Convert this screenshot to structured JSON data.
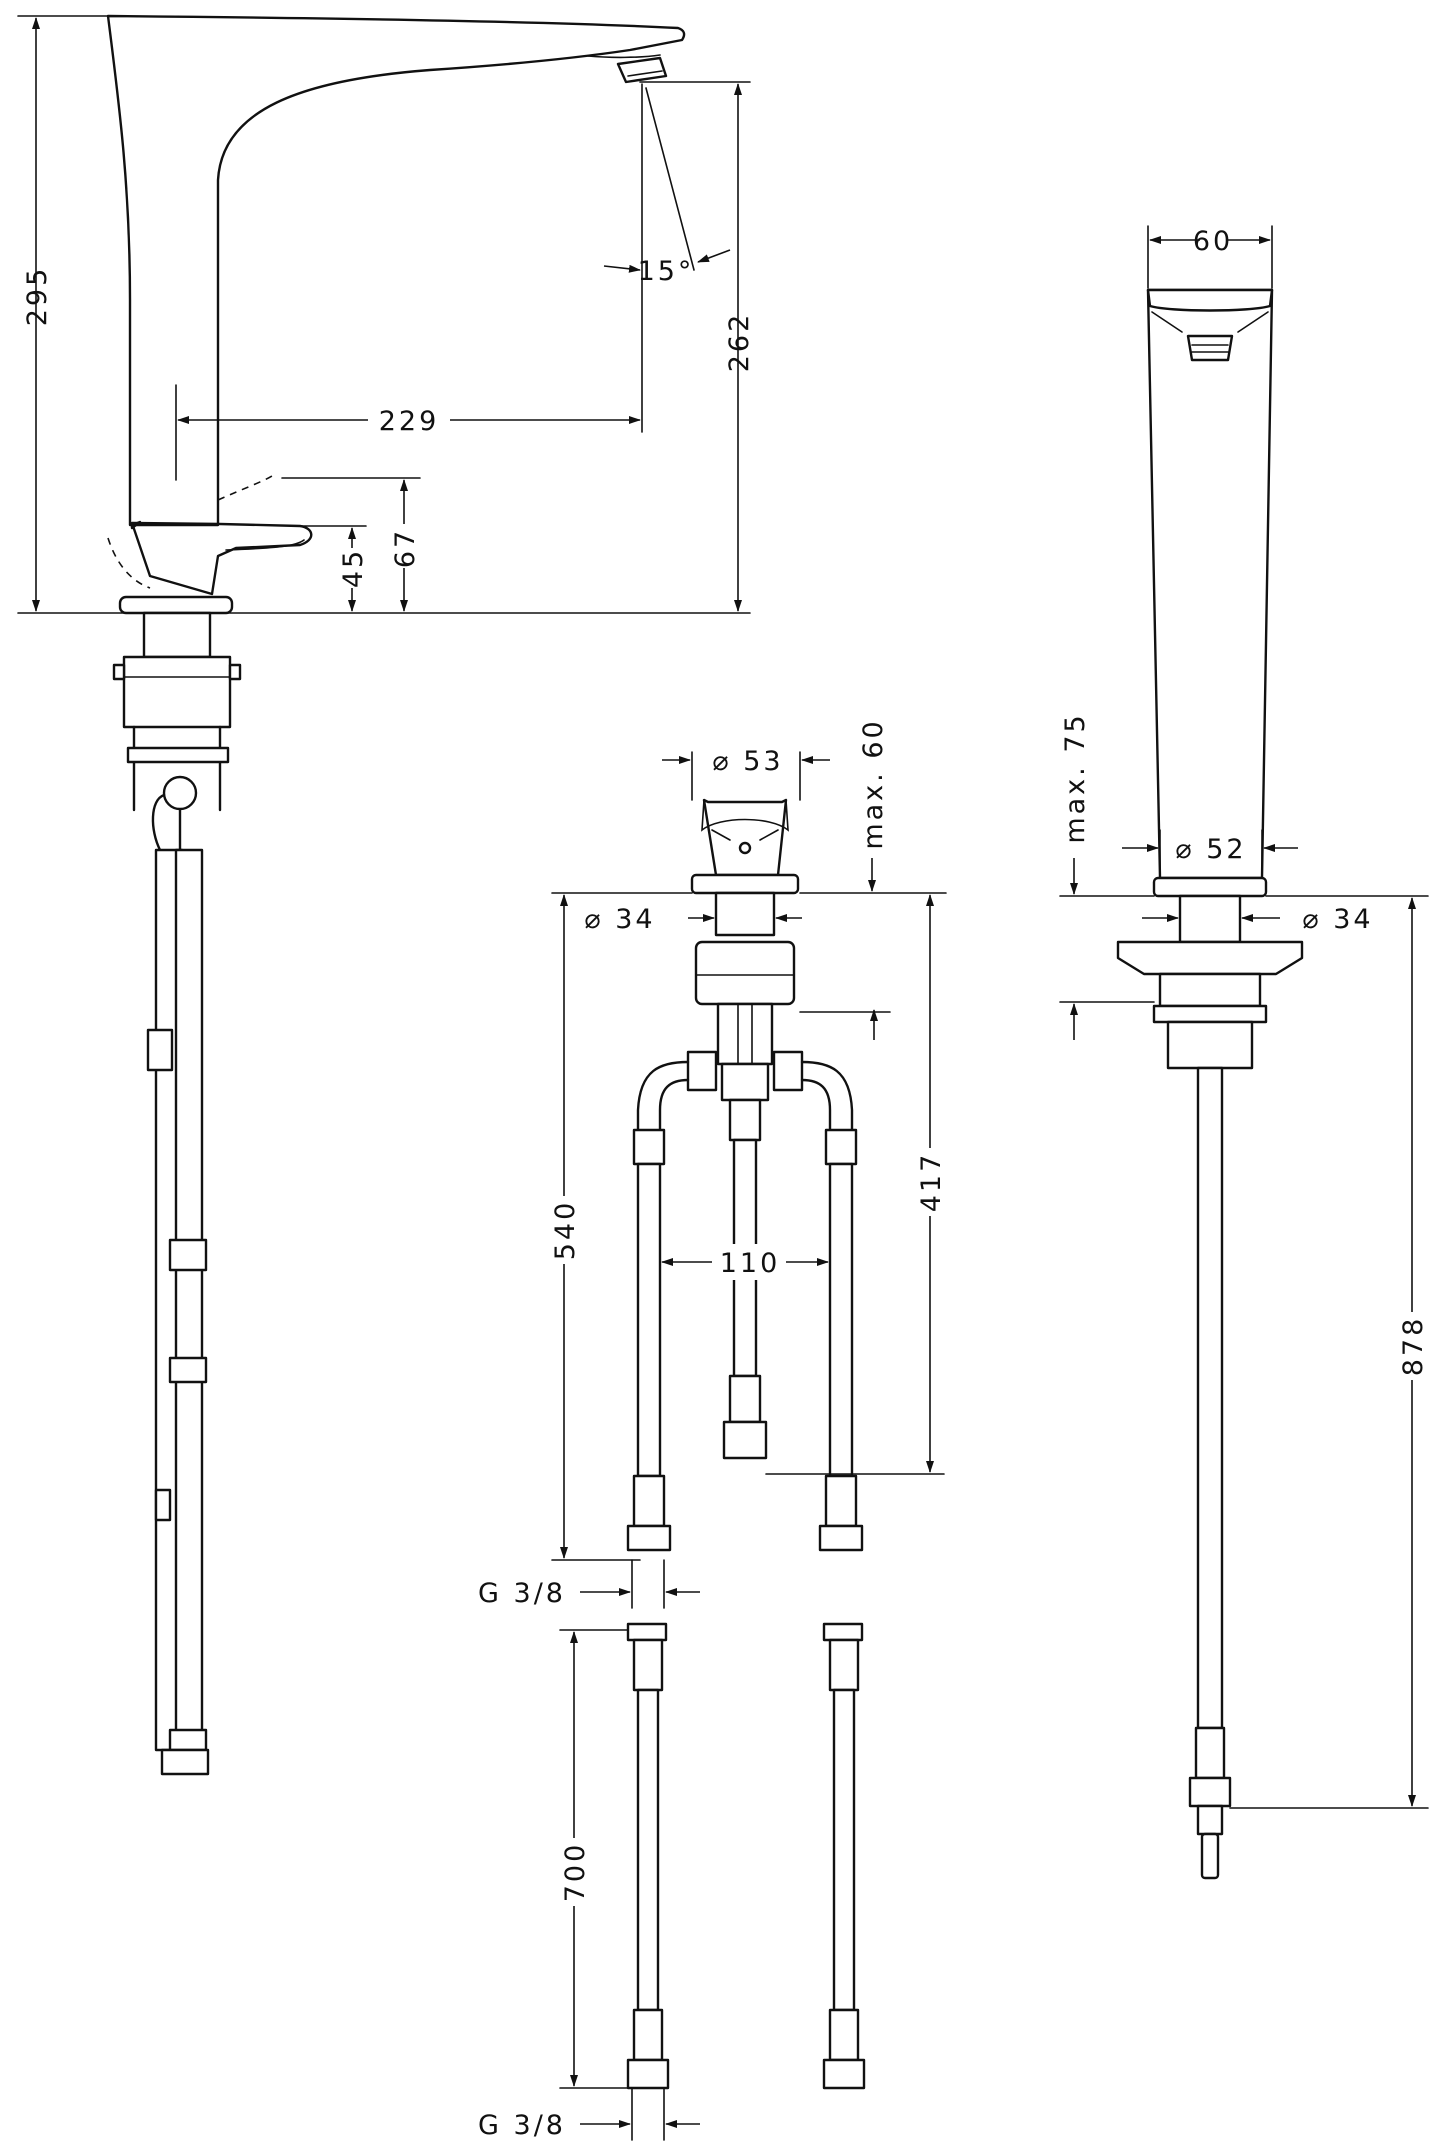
{
  "dimensions": {
    "total_height": "295",
    "spout_height": "262",
    "spout_reach": "229",
    "spout_angle": "15°",
    "lever_height": "45",
    "lever_max_height": "67",
    "top_width": "60",
    "base_diameter": "⌀ 52",
    "shank_diameter_right": "⌀ 34",
    "max_75": "max. 75",
    "valve_diameter": "⌀ 53",
    "max_60": "max. 60",
    "shank_diameter_mid": "⌀ 34",
    "hose_length_540": "540",
    "hose_length_417": "417",
    "hose_spacing": "110",
    "thread_upper": "G 3/8",
    "hose_length_700": "700",
    "thread_lower": "G 3/8",
    "rod_length": "878"
  }
}
